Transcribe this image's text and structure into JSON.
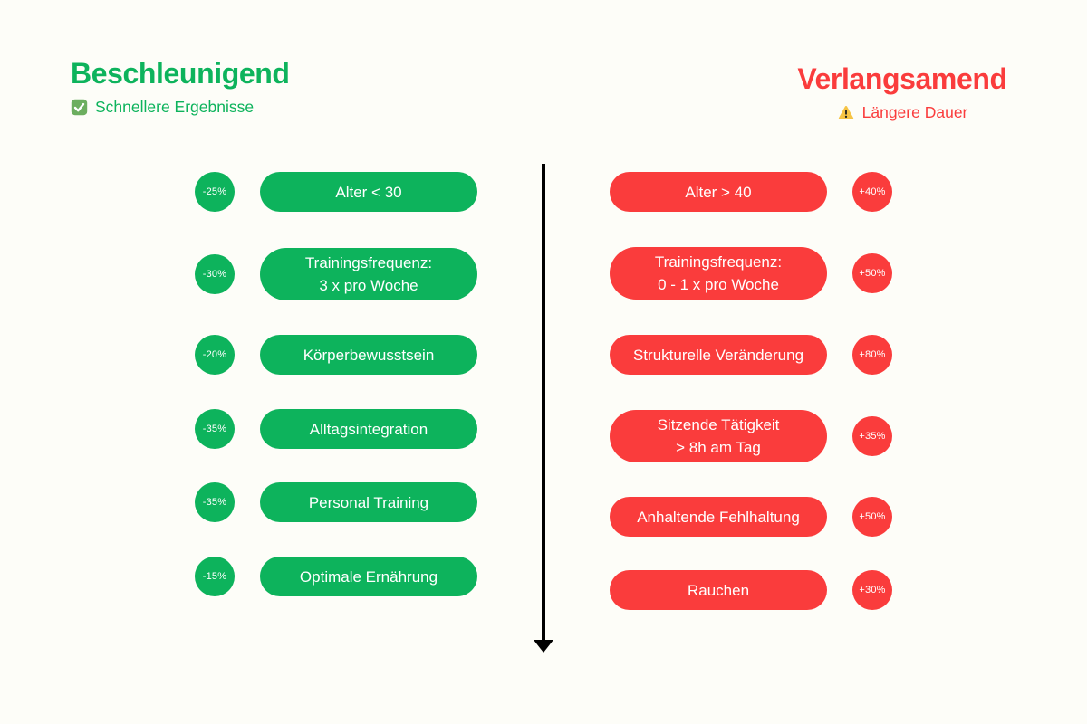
{
  "page": {
    "background": "#fdfdf8"
  },
  "divider": {
    "arrow_color": "#000000",
    "direction": "down"
  },
  "left": {
    "title": "Beschleunigend",
    "subtitle": "Schnellere Ergebnisse",
    "subtitle_icon": "check-emoji",
    "accent": "#0db35c",
    "icon_colors": {
      "box": "#6cae5f",
      "check": "#ffffff"
    },
    "items": [
      {
        "pct": "-25%",
        "lines": [
          "Alter < 30"
        ]
      },
      {
        "pct": "-30%",
        "lines": [
          "Trainingsfrequenz:",
          "3 x pro Woche"
        ]
      },
      {
        "pct": "-20%",
        "lines": [
          "Körperbewusstsein"
        ]
      },
      {
        "pct": "-35%",
        "lines": [
          "Alltagsintegration"
        ]
      },
      {
        "pct": "-35%",
        "lines": [
          "Personal Training"
        ]
      },
      {
        "pct": "-15%",
        "lines": [
          "Optimale Ernährung"
        ]
      }
    ]
  },
  "right": {
    "title": "Verlangsamend",
    "subtitle": "Längere Dauer",
    "subtitle_icon": "warning-emoji",
    "accent": "#fa3c3c",
    "icon_colors": {
      "triangle": "#f6c445",
      "mark": "#1f1f1f"
    },
    "items": [
      {
        "pct": "+40%",
        "lines": [
          "Alter > 40"
        ]
      },
      {
        "pct": "+50%",
        "lines": [
          "Trainingsfrequenz:",
          "0 - 1 x pro Woche"
        ]
      },
      {
        "pct": "+80%",
        "lines": [
          "Strukturelle Veränderung"
        ]
      },
      {
        "pct": "+35%",
        "lines": [
          "Sitzende Tätigkeit",
          "> 8h am Tag"
        ]
      },
      {
        "pct": "+50%",
        "lines": [
          "Anhaltende Fehlhaltung"
        ]
      },
      {
        "pct": "+30%",
        "lines": [
          "Rauchen"
        ]
      }
    ]
  }
}
